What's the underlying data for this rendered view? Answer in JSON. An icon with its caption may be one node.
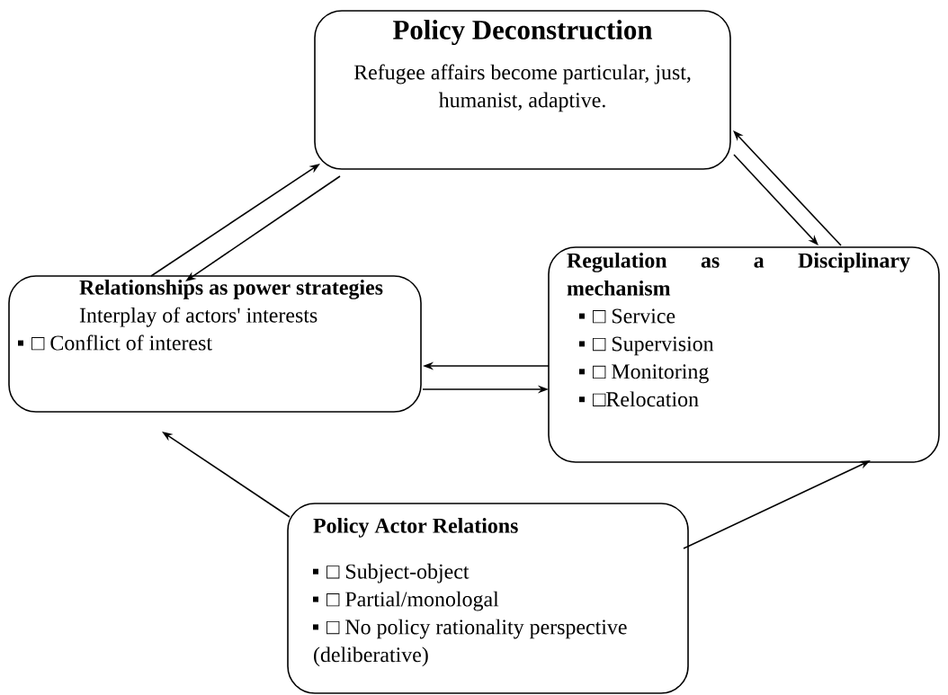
{
  "diagram": {
    "nodes": [
      {
        "text": [
          "Policy Deconstruction",
          "Refugee affairs become particular, just, humanist, adaptive."
        ]
      },
      {
        "text": [
          "Relationships as power strategies",
          "Interplay of actors' interests",
          "□ Conflict of interest"
        ]
      },
      {
        "text": [
          "Regulation as a Disciplinary mechanism",
          "□ Service",
          "□ Supervision",
          "□ Monitoring",
          "□Relocation"
        ]
      },
      {
        "text": [
          "Policy Actor Relations",
          "□ Subject-object",
          "□ Partial/monologal",
          "□ No policy rationality perspective (deliberative)"
        ]
      }
    ],
    "edges": [
      {
        "from": 1,
        "to": 0,
        "arrow": "to"
      },
      {
        "from": 0,
        "to": 1,
        "arrow": "to"
      },
      {
        "from": 0,
        "to": 2,
        "arrow": "to"
      },
      {
        "from": 2,
        "to": 0,
        "arrow": "to"
      },
      {
        "from": 2,
        "to": 1,
        "arrow": "to"
      },
      {
        "from": 1,
        "to": 2,
        "arrow": "to"
      },
      {
        "from": 3,
        "to": 1,
        "arrow": "to"
      },
      {
        "from": 3,
        "to": 2,
        "arrow": "to"
      }
    ]
  }
}
